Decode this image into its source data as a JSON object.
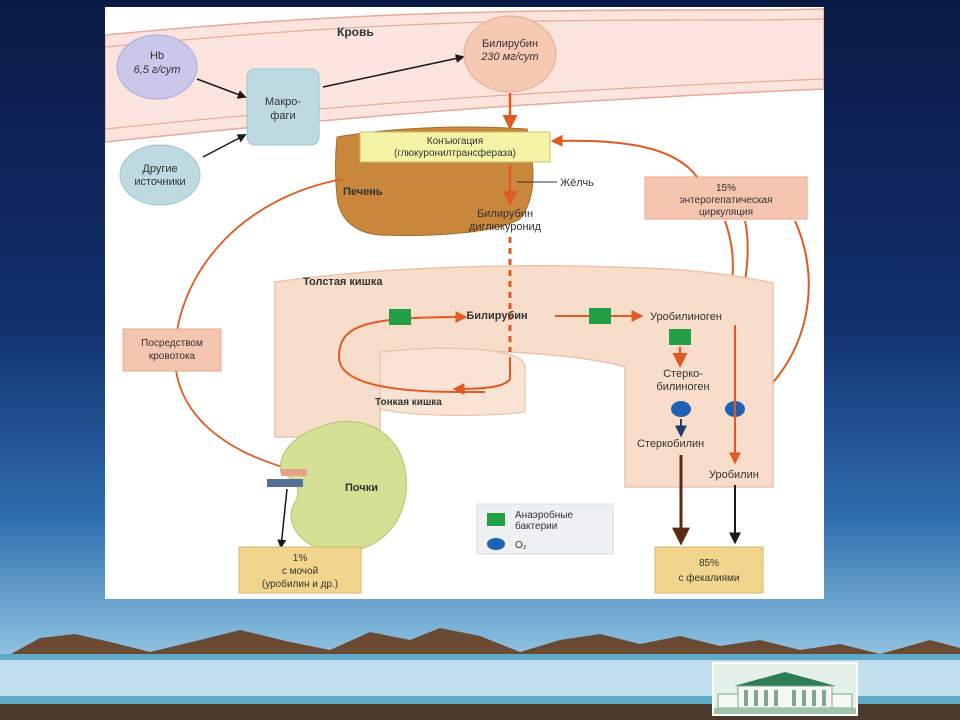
{
  "diagram": {
    "labels": {
      "blood": "Кровь",
      "hb_line1": "Hb",
      "hb_line2": "6,5 г/сут",
      "other_line1": "Другие",
      "other_line2": "источники",
      "macro_line1": "Макро-",
      "macro_line2": "фаги",
      "bilirubin_line1": "Билирубин",
      "bilirubin_line2": "230 мг/сут",
      "conj_line1": "Конъюгация",
      "conj_line2": "(глюкуронилтрансфераза)",
      "liver": "Печень",
      "bile": "Жёлчь",
      "diglu_line1": "Билирубин",
      "diglu_line2": "диглюкуронид",
      "entero_line1": "15%",
      "entero_line2": "энтерогепатическая",
      "entero_line3": "циркуляция",
      "colon": "Толстая кишка",
      "gut_bilirubin": "Билирубин",
      "urobilinogen": "Уробилиноген",
      "sterco_line1": "Стерко-",
      "sterco_line2": "билиноген",
      "stercobilin": "Стеркобилин",
      "urobilin": "Уробилин",
      "small_intestine": "Тонкая кишка",
      "via_blood_line1": "Посредством",
      "via_blood_line2": "кровотока",
      "kidneys": "Почки",
      "urine_line1": "1%",
      "urine_line2": "с мочой",
      "urine_line3": "(уробилин и др.)",
      "feces_line1": "85%",
      "feces_line2": "с фекалиями",
      "legend_anaerobic_line1": "Анаэробные",
      "legend_anaerobic_line2": "бактерии",
      "legend_o2": "O₂"
    },
    "colors": {
      "flow_arrow": "#e05a22",
      "dark_arrow": "#1a1a1a",
      "brown_arrow": "#5a2a12",
      "bacteria": "#23a046",
      "oxygen": "#1f62b5",
      "vessel": "#f6cfc6",
      "hb_bubble": "#c9c7ea",
      "bilirubin_bubble": "#f6c9b3",
      "macrophage_box": "#bcdadf",
      "conj_box": "#f4f3a6",
      "info_box": "#f6c5b0",
      "output_box": "#f2d58c",
      "intestine": "#f8ddcb",
      "liver": "#c9873c",
      "kidney": "#d4e094"
    }
  }
}
